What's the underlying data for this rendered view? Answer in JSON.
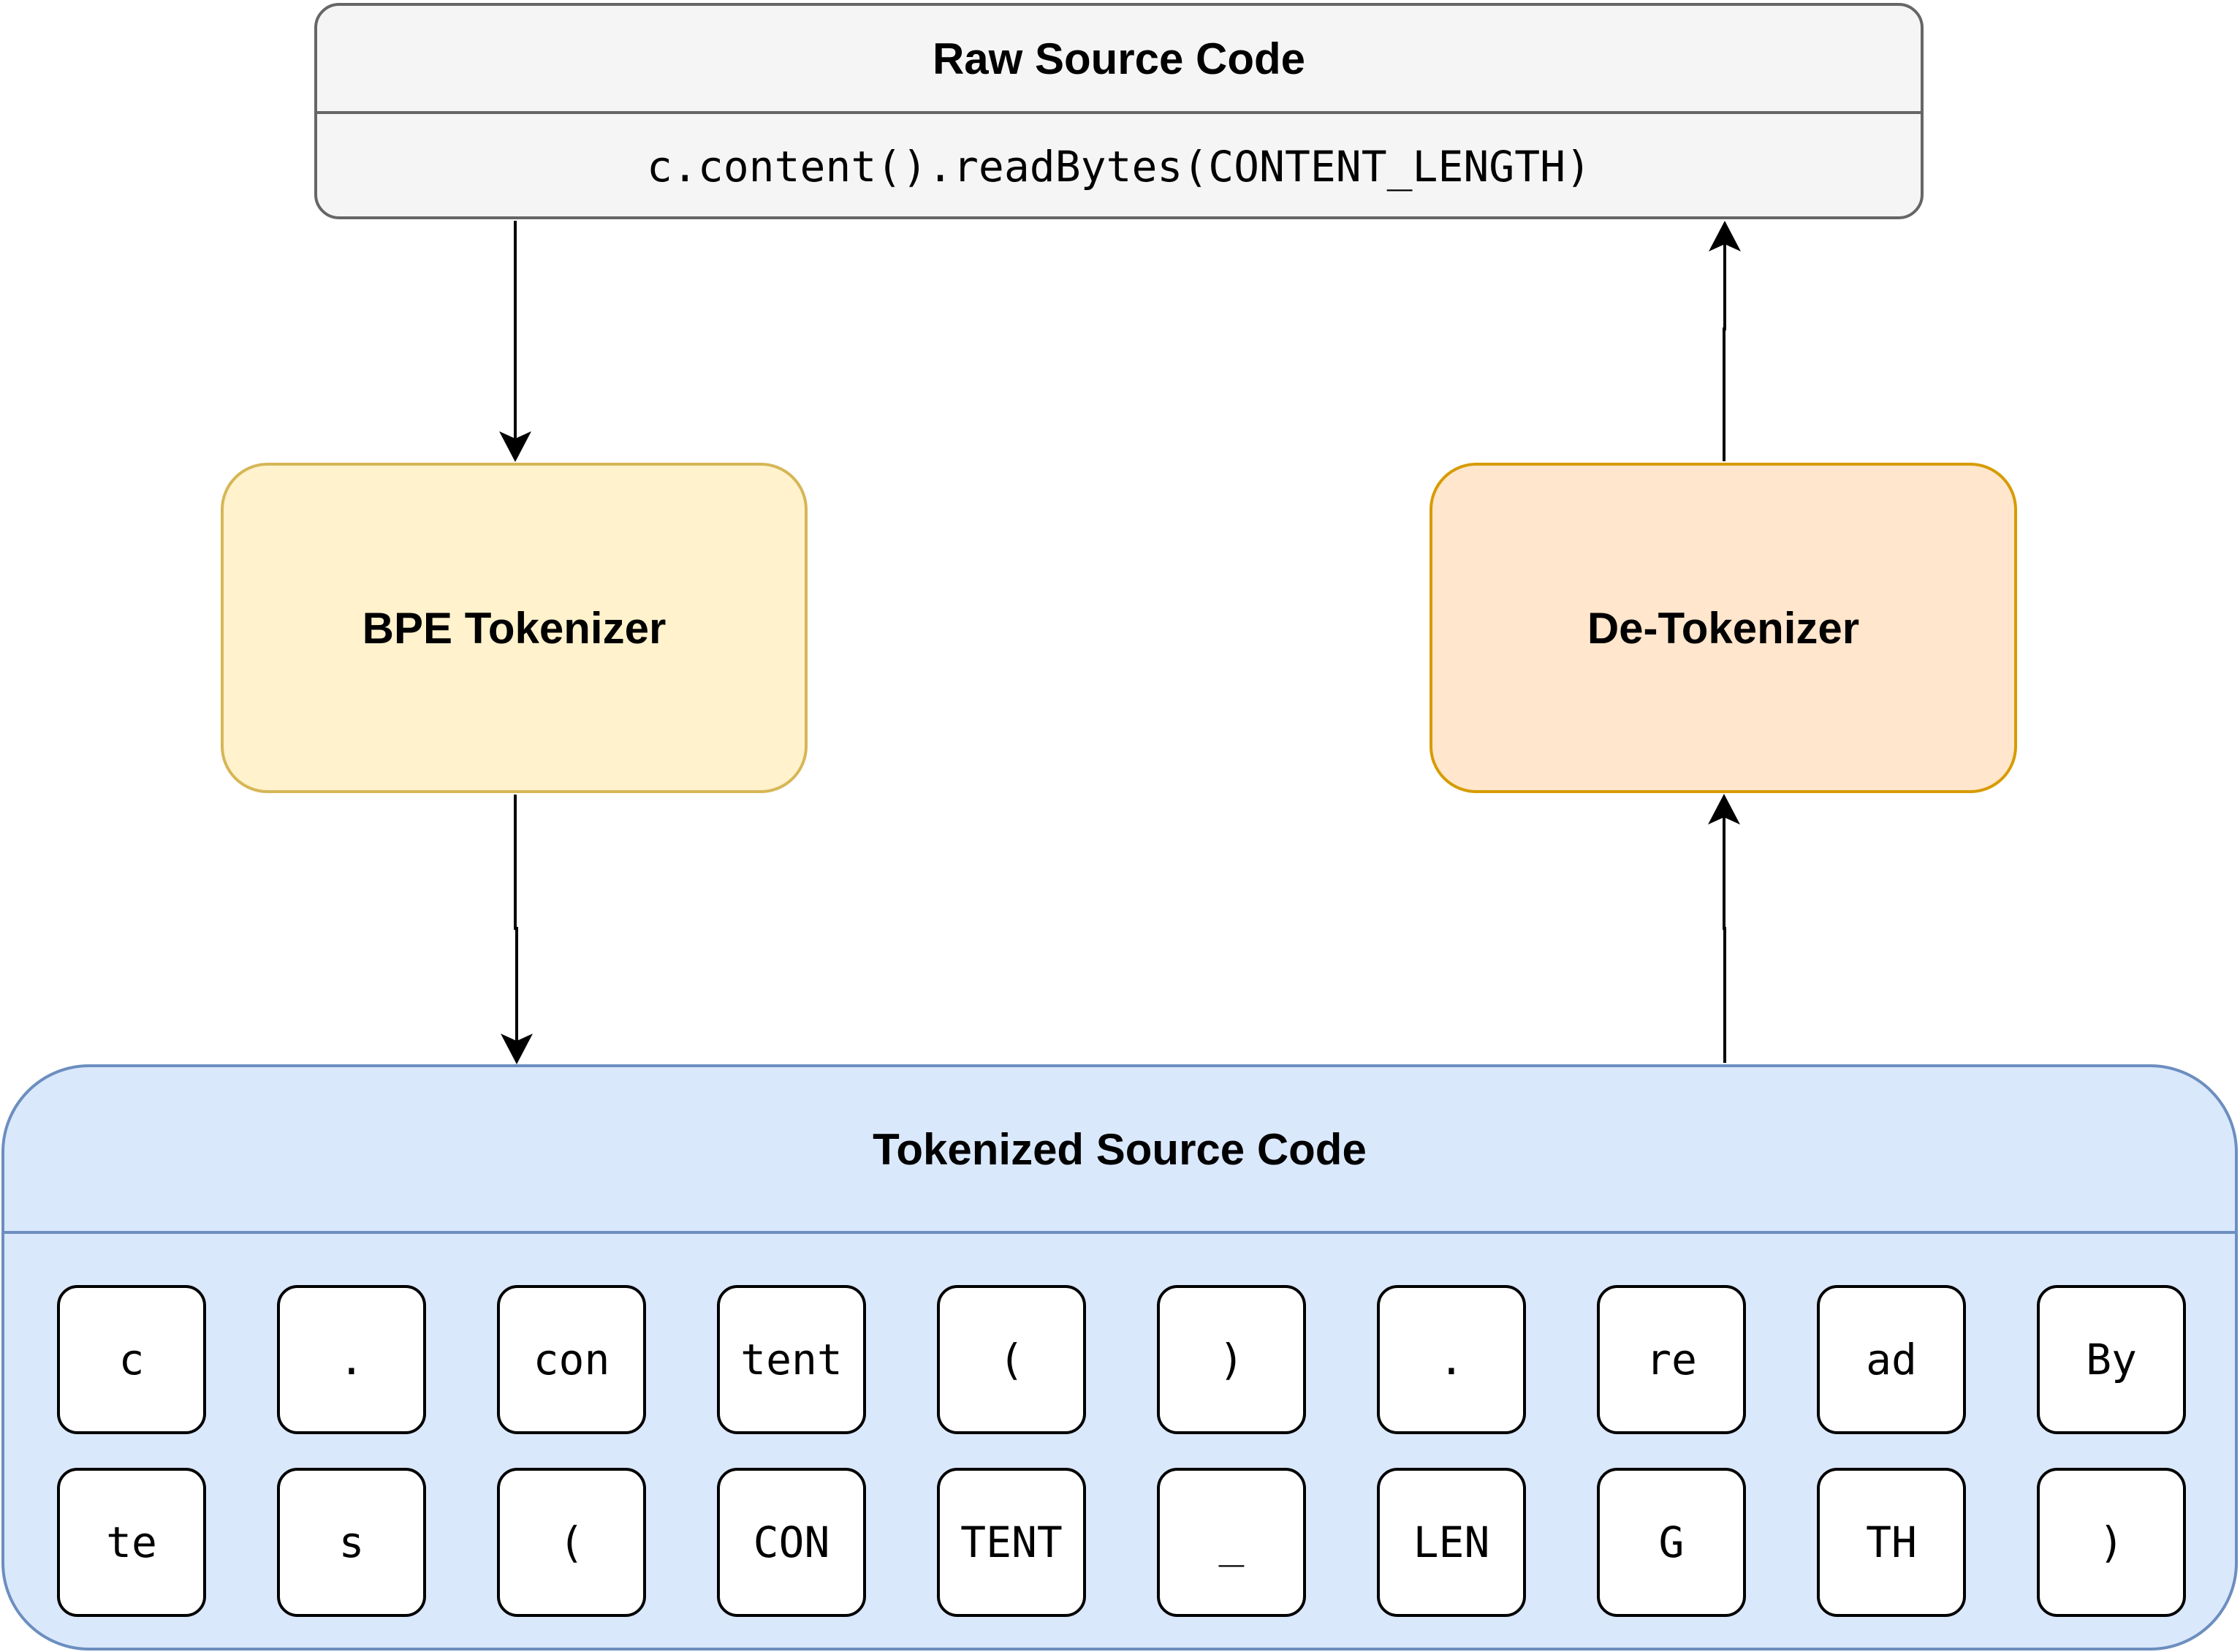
{
  "raw_source": {
    "title": "Raw Source Code",
    "code": "c.content().readBytes(CONTENT_LENGTH)"
  },
  "bpe_tokenizer": {
    "label": "BPE Tokenizer"
  },
  "de_tokenizer": {
    "label": "De-Tokenizer"
  },
  "tokenized_source": {
    "title": "Tokenized Source Code",
    "tokens": [
      "c",
      ".",
      "con",
      "tent",
      "(",
      ")",
      ".",
      "re",
      "ad",
      "By",
      "te",
      "s",
      "(",
      "CON",
      "TENT",
      "_",
      "LEN",
      "G",
      "TH",
      ")"
    ]
  },
  "colors": {
    "raw_fill": "#f5f5f5",
    "raw_stroke": "#666666",
    "bpe_fill": "#fff2cc",
    "bpe_stroke": "#d6b656",
    "detok_fill": "#ffe6cc",
    "detok_stroke": "#d79b00",
    "tokenized_fill": "#dae8fc",
    "tokenized_stroke": "#6c8ebf"
  }
}
